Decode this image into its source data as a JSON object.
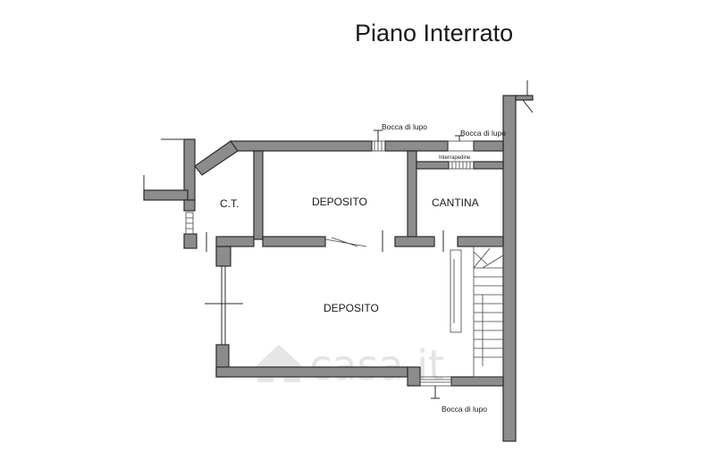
{
  "title": "Piano Interrato",
  "rooms": {
    "ct": "C.T.",
    "deposito_top": "DEPOSITO",
    "cantina": "CANTINA",
    "deposito_main": "DEPOSITO"
  },
  "annotations": {
    "bocca_top_left": "Bocca di lupo",
    "bocca_top_right": "Bocca di lupo",
    "interrapedine": "Interrapedine",
    "bocca_bottom": "Bocca di lupo"
  },
  "watermark": "casa.it"
}
